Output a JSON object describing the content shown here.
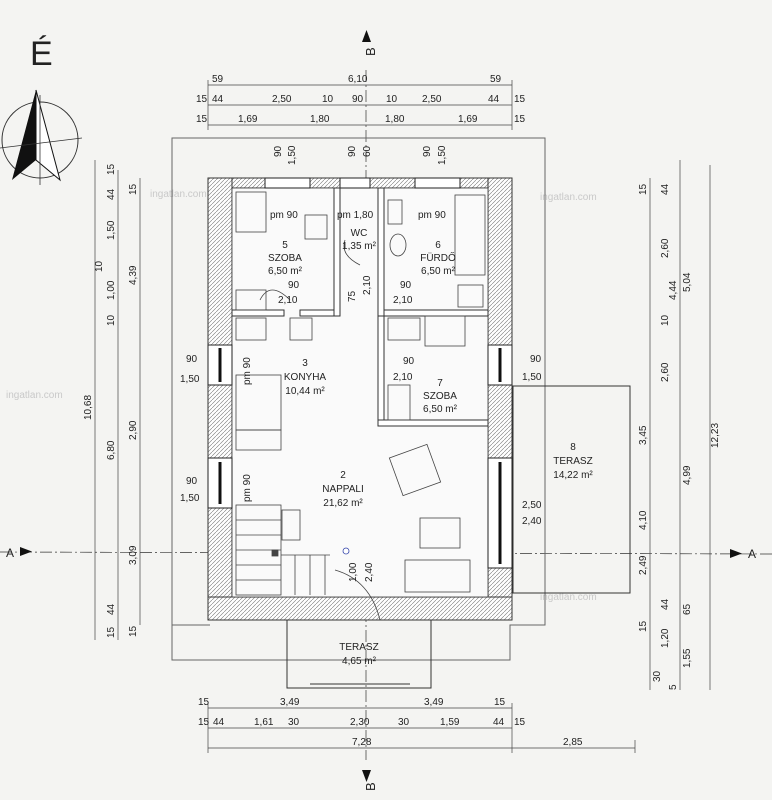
{
  "compass": {
    "north_letter": "É"
  },
  "section_markers": {
    "a": "A",
    "b": "B"
  },
  "watermark": "ingatlan.com",
  "rooms": [
    {
      "number": "5",
      "name": "SZOBA",
      "area": "6,50 m²"
    },
    {
      "number": "",
      "name": "WC",
      "area": "1,35 m²"
    },
    {
      "number": "6",
      "name": "FÜRDŐ",
      "area": "6,50 m²"
    },
    {
      "number": "3",
      "name": "KONYHA",
      "area": "10,44 m²"
    },
    {
      "number": "7",
      "name": "SZOBA",
      "area": "6,50 m²"
    },
    {
      "number": "2",
      "name": "NAPPALI",
      "area": "21,62 m²"
    },
    {
      "number": "8",
      "name": "TERASZ",
      "area": "14,22 m²"
    },
    {
      "number": "",
      "name": "TERASZ",
      "area": "4,65 m²"
    }
  ],
  "window_labels": [
    "pm 90",
    "pm 1,80",
    "pm 90",
    "pm 90",
    "pm 90"
  ],
  "top_dimensions": {
    "row1": [
      "59",
      "6,10",
      "59"
    ],
    "row2": [
      "15",
      "44",
      "2,50",
      "10",
      "90",
      "10",
      "2,50",
      "44",
      "15"
    ],
    "row3": [
      "15",
      "1,69",
      "1,80",
      "1,80",
      "1,69",
      "15"
    ],
    "vertical": [
      "90",
      "1,50",
      "90",
      "60",
      "90",
      "1,50"
    ]
  },
  "bottom_dimensions": {
    "row1": [
      "15",
      "3,49",
      "3,49",
      "15"
    ],
    "row2": [
      "15",
      "44",
      "1,61",
      "30",
      "2,30",
      "30",
      "1,59",
      "44",
      "15"
    ],
    "row3": [
      "7,28",
      "2,85"
    ]
  },
  "left_dimensions": {
    "inner": [
      "15",
      "44",
      "1,50",
      "10",
      "1,00",
      "10",
      "90",
      "1,50",
      "90",
      "1,50",
      "6,80",
      "15",
      "44"
    ],
    "middle": [
      "15",
      "4,39",
      "2,90",
      "3,09",
      "15"
    ],
    "outer": [
      "10,68"
    ]
  },
  "right_dimensions": {
    "inner": [
      "15",
      "44",
      "2,60",
      "10",
      "90",
      "1,50",
      "2,60",
      "3,45",
      "4,10",
      "2,49",
      "15",
      "44",
      "1,20",
      "30",
      "5"
    ],
    "middle": [
      "4,44",
      "5,04",
      "4,99",
      "65",
      "1,55"
    ],
    "outer": [
      "12,23"
    ]
  },
  "interior_dimensions": [
    "90",
    "2,10",
    "75",
    "2,10",
    "90",
    "2,10",
    "90",
    "2,10",
    "1,00",
    "2,40",
    "2,50",
    "2,40",
    "90",
    "1,50",
    "90",
    "1,50",
    "90",
    "1,50"
  ]
}
